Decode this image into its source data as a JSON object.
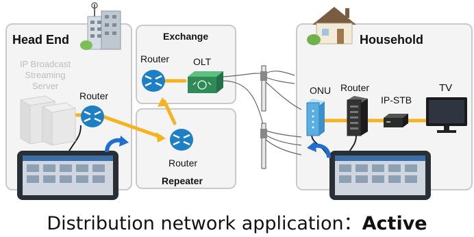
{
  "headend": {
    "title": "Head End",
    "server_label": "IP Broadcast\nStreaming\nServer",
    "router_label": "Router"
  },
  "exchange": {
    "title": "Exchange",
    "router_label": "Router",
    "olt_label": "OLT"
  },
  "repeater": {
    "router_label": "Router",
    "title": "Repeater"
  },
  "household": {
    "title": "Household",
    "onu_label": "ONU",
    "router_label": "Router",
    "stb_label": "IP-STB",
    "tv_label": "TV"
  },
  "caption": {
    "text": "Distribution network application：",
    "bold": "Active"
  },
  "colors": {
    "panel_border": "#c9c9c9",
    "panel_fill": "#f4f4f4",
    "link_yellow": "#f5b320",
    "router_blue": "#1f7fc4",
    "arrow_blue": "#1e6fd0",
    "olt_green": "#2e8b57"
  },
  "icons": [
    "building-icon",
    "server-icon",
    "router-icon",
    "olt-icon",
    "fiber-splitter-icon",
    "house-icon",
    "onu-icon",
    "ip-stb-icon",
    "tv-icon",
    "tester-device-icon",
    "curved-arrow-icon"
  ]
}
